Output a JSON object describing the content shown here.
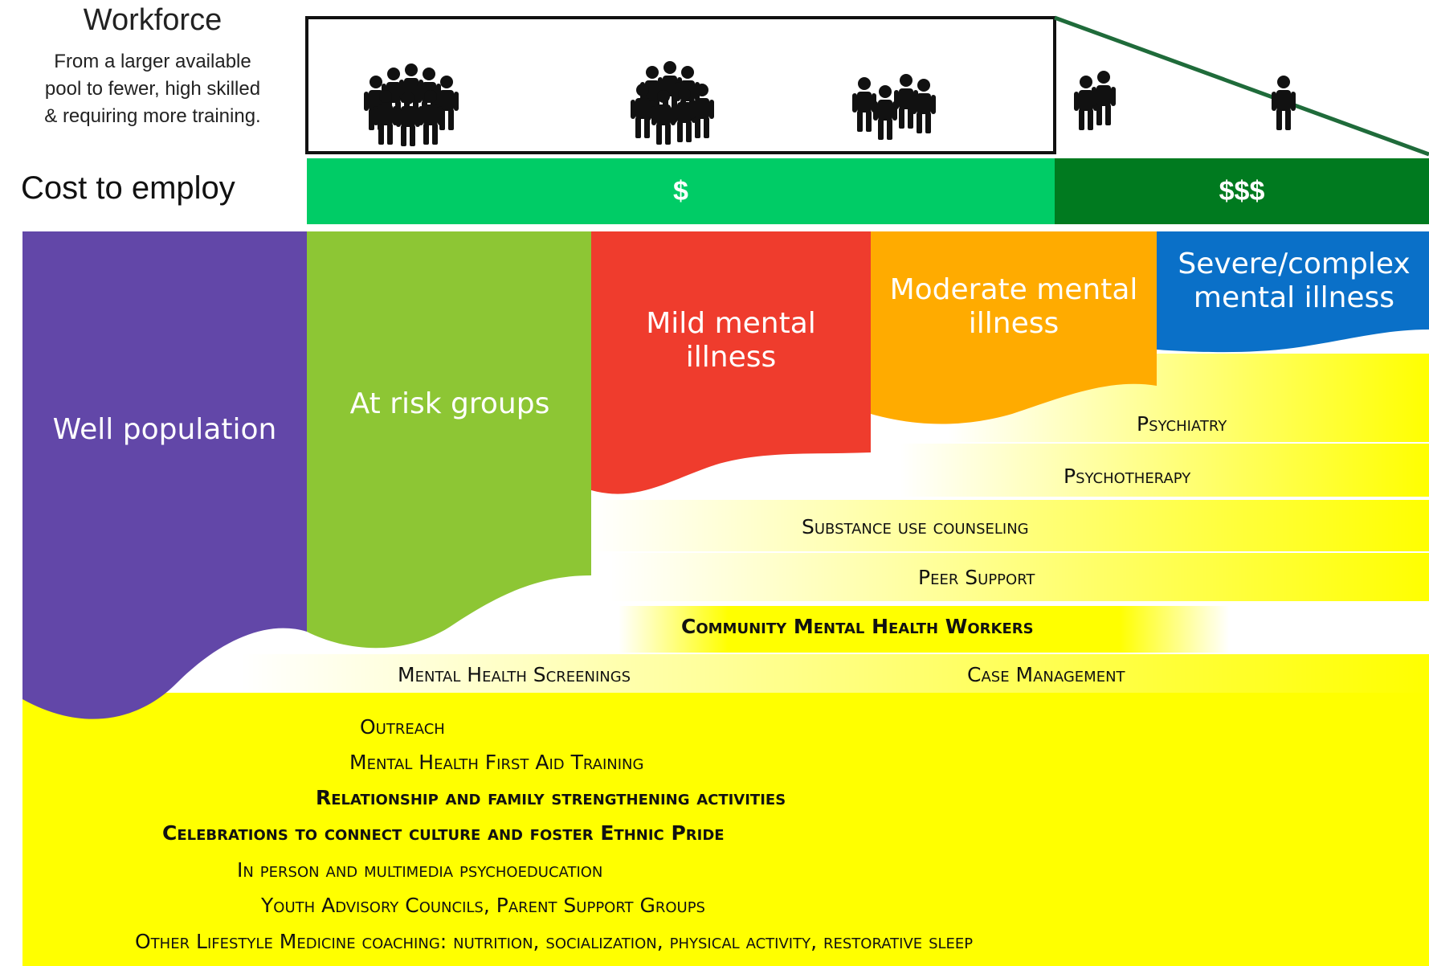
{
  "workforce": {
    "title": "Workforce",
    "subtitle_lines": [
      "From a larger available",
      "pool to fewer, high skilled",
      "& requiring more training."
    ]
  },
  "cost": {
    "label": "Cost to employ",
    "low": "$",
    "high": "$$$",
    "low_color": "#00cc66",
    "high_color": "#007a1f"
  },
  "icons": [
    "people-group-large-icon",
    "people-group-medium-icon",
    "people-group-small-icon",
    "people-pair-icon",
    "person-icon"
  ],
  "segments": [
    {
      "label": "Well population",
      "color": "#6247a8"
    },
    {
      "label": "At risk groups",
      "color": "#8dc634"
    },
    {
      "label": "Mild mental illness",
      "lines": [
        "Mild mental",
        "illness"
      ],
      "color": "#ef3c2d"
    },
    {
      "label": "Moderate mental illness",
      "lines": [
        "Moderate mental",
        "illness"
      ],
      "color": "#ffab00"
    },
    {
      "label": "Severe/complex mental illness",
      "lines": [
        "Severe/complex",
        "mental illness"
      ],
      "color": "#0a70c8"
    }
  ],
  "services": [
    {
      "text": "Psychiatry",
      "bold": false
    },
    {
      "text": "Psychotherapy",
      "bold": false
    },
    {
      "text": "Substance use counseling",
      "bold": false
    },
    {
      "text": "Peer Support",
      "bold": false
    },
    {
      "text": "Community Mental Health Workers",
      "bold": true
    },
    {
      "text": "Mental Health Screenings",
      "bold": false
    },
    {
      "text": "Case Management",
      "bold": false
    },
    {
      "text": "Outreach",
      "bold": false
    },
    {
      "text": "Mental Health First Aid Training",
      "bold": false
    },
    {
      "text": "Relationship and family strengthening activities",
      "bold": true
    },
    {
      "text": "Celebrations to connect culture and foster Ethnic Pride",
      "bold": true
    },
    {
      "text": "In person and multimedia psychoeducation",
      "bold": false
    },
    {
      "text": "Youth Advisory Councils, Parent Support Groups",
      "bold": false
    },
    {
      "text": "Other Lifestyle Medicine coaching: nutrition, socialization, physical activity, restorative sleep",
      "bold": false
    }
  ],
  "colors": {
    "yellow": "#ffff00",
    "outline": "#111111",
    "decline_line": "#1f6b3a"
  }
}
